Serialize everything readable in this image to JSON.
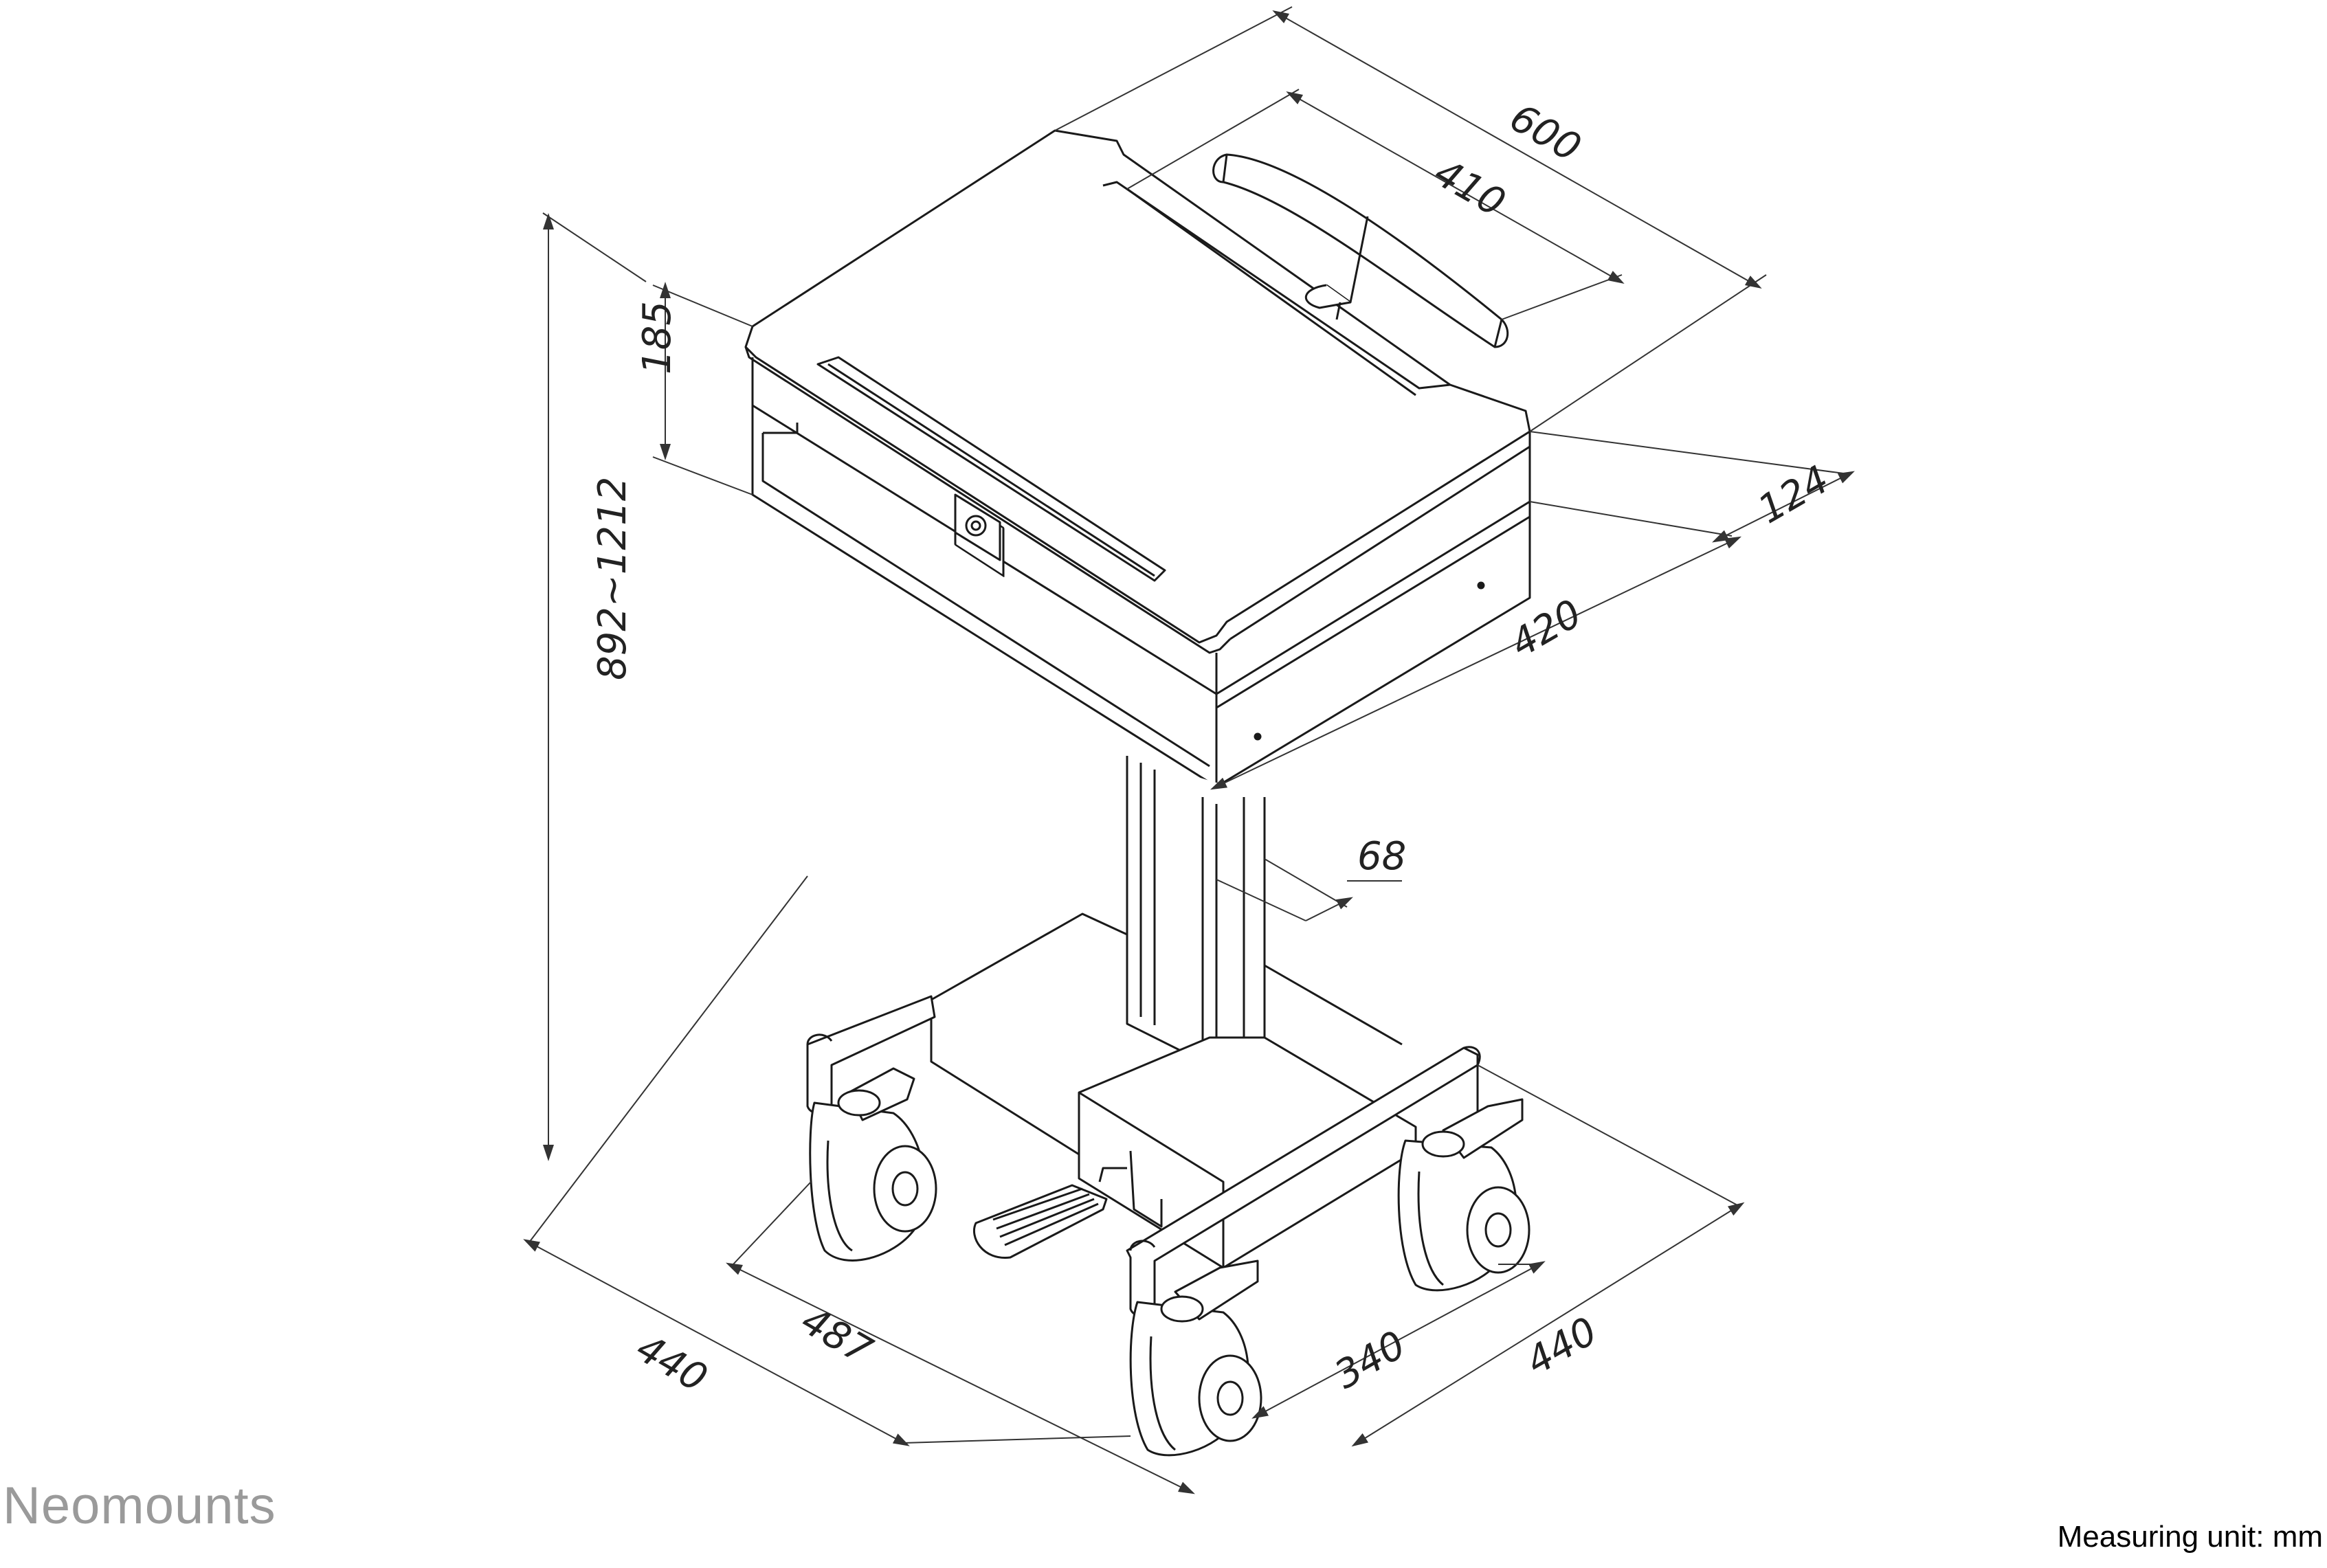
{
  "brand": {
    "name": "Neomounts"
  },
  "footer": {
    "measuring_unit": "Measuring unit: mm"
  },
  "dimensions": {
    "overall_width": "600",
    "handle_width": "410",
    "tray_side": "124",
    "tray_depth": "420",
    "tray_height": "185",
    "total_height": "892~1212",
    "column_width": "68",
    "base_depth_outer": "440",
    "base_depth_inner": "487",
    "base_width_inner": "340",
    "base_width_outer": "440"
  },
  "colors": {
    "line": "#1a1a1a",
    "dim": "#333333",
    "logo": "#9a9a9a"
  }
}
